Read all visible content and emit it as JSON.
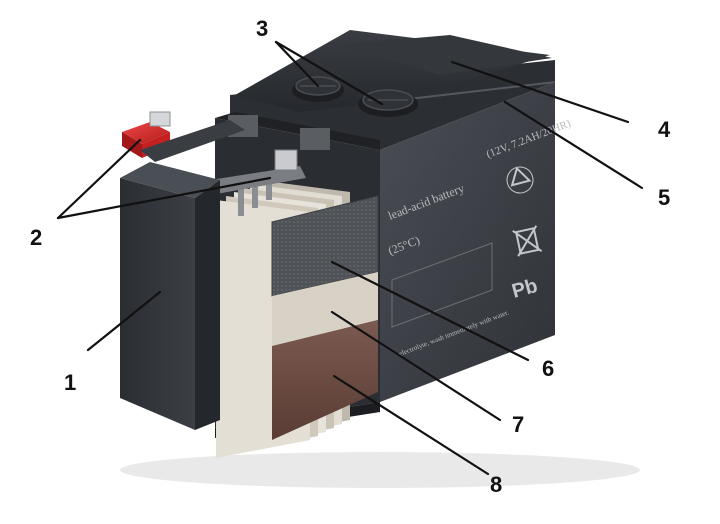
{
  "diagram": {
    "callouts": [
      "1",
      "2",
      "3",
      "4",
      "5",
      "6",
      "7",
      "8"
    ],
    "battery_print": {
      "rating": "(12V, 7.2AH/20HR)",
      "type_text": "lead-acid battery",
      "temp_text": "(25°C)",
      "warning_text": "electrolyte, wash immediately with water.",
      "pb_mark": "Pb"
    }
  },
  "colors": {
    "case_front": "#3d4046",
    "case_side": "#2c2f34",
    "lid": "#2e3136",
    "terminal_red": "#d52a2a",
    "grid_plate": "#55585c",
    "separator": "#d8d2c6",
    "lead_plate": "#6e4d44"
  }
}
